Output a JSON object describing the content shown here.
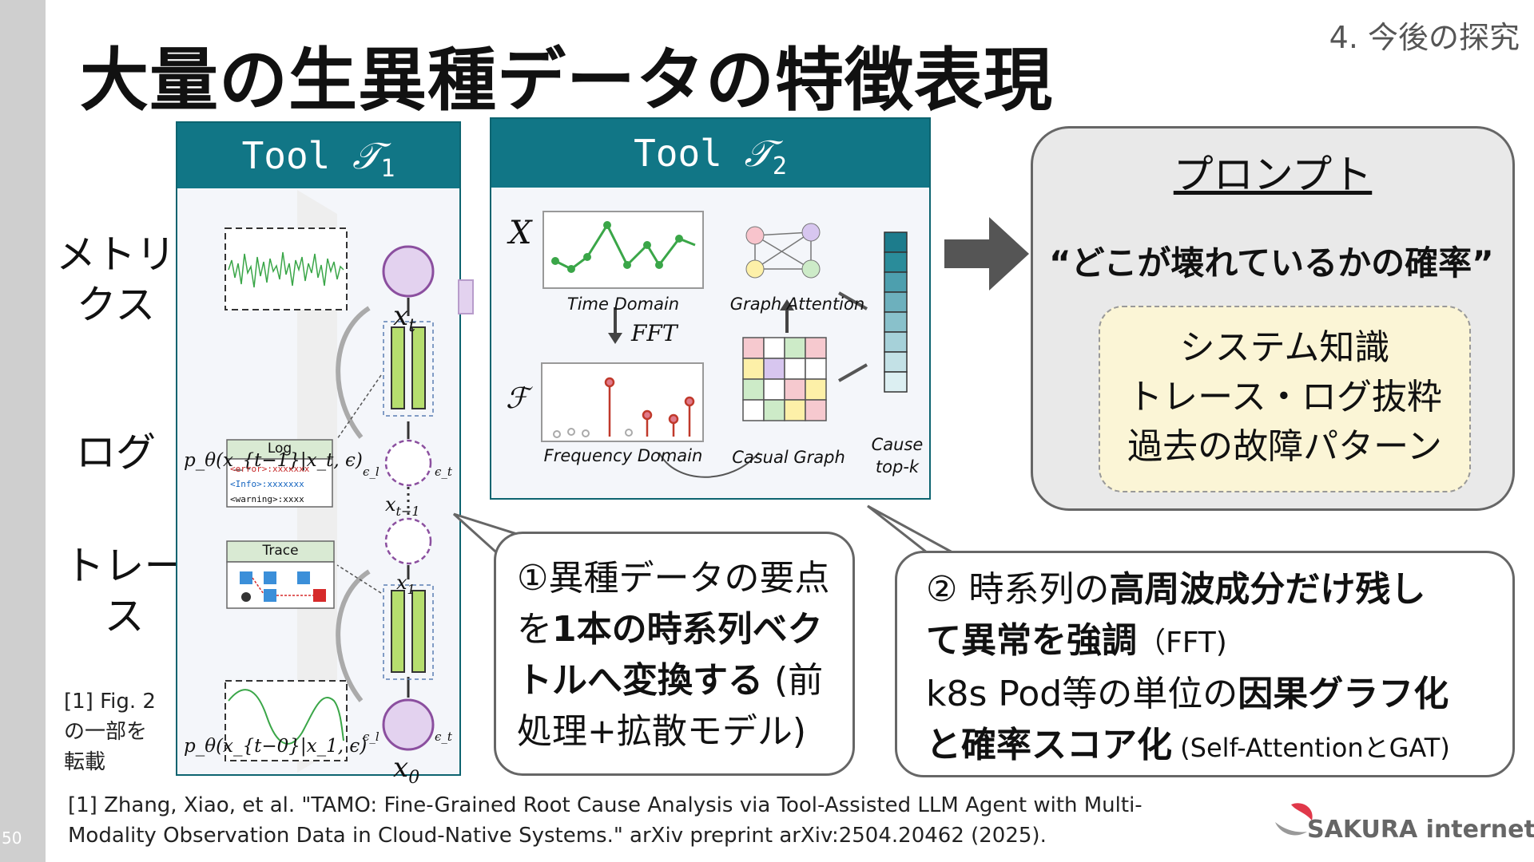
{
  "slide": {
    "title": "大量の生異種データの特徴表現",
    "section": "4. 今後の探究",
    "page_number": "50"
  },
  "labels": {
    "metrics_line1": "メトリ",
    "metrics_line2": "クス",
    "logs": "ログ",
    "trace": "トレース"
  },
  "tool1": {
    "header_prefix": "Tool",
    "header_symbol": "𝒯",
    "header_sub": "1",
    "xt": "x",
    "xt_sub": "t",
    "xt1": "x",
    "xt1_sub": "t−1",
    "x1": "x",
    "x1_sub": "1",
    "x0": "x",
    "x0_sub": "0",
    "formula_top": "p_θ(x_{t−1}|x_t, ϵ)",
    "formula_bottom": "p_θ(x_{t−0}|x_1, ϵ)",
    "eps_l": "ϵ_l",
    "eps_t": "ϵ_t",
    "log_title": "Log",
    "log_lines": [
      "<error>:xxxxxxx",
      "<Info>:xxxxxxx",
      "<warning>:xxxx"
    ],
    "trace_title": "Trace"
  },
  "tool2": {
    "header_prefix": "Tool",
    "header_symbol": "𝒯",
    "header_sub": "2",
    "x_label": "X",
    "f_label": "ℱ",
    "time_domain": "Time Domain",
    "fft": "FFT",
    "frequency_domain": "Frequency Domain",
    "graph_attention": "Graph Attention",
    "casual_graph": "Casual Graph",
    "cause": "Cause",
    "topk": "top-k"
  },
  "prompt": {
    "title": "プロンプト",
    "quote": "“どこが壊れているかの確率”",
    "knowledge": [
      "システム知識",
      "トレース・ログ抜粋",
      "過去の故障パターン"
    ]
  },
  "callout1": {
    "line1": "①異種データの要点",
    "line2_a": "を",
    "line2_b": "1本の時系列ベク",
    "line3_a": "トルへ変換する",
    "line3_b": " (前",
    "line4": "処理+拡散モデル)"
  },
  "callout2": {
    "l1_a": "② 時系列の",
    "l1_b": "高周波成分だけ残し",
    "l2_a": "て異常を強調",
    "l2_b": "（FFT)",
    "l3_a": "k8s Pod等の単位の",
    "l3_b": "因果グラフ化",
    "l4_a": "と確率スコア化",
    "l4_b": " (Self-AttentionとGAT)"
  },
  "source_note": [
    "[1] Fig. 2",
    "の一部を",
    "転載"
  ],
  "reference": [
    "[1] Zhang, Xiao, et al. \"TAMO: Fine-Grained Root Cause Analysis via Tool-Assisted LLM Agent with Multi-",
    "Modality Observation Data in Cloud-Native Systems.\" arXiv preprint arXiv:2504.20462 (2025)."
  ],
  "logo": {
    "text": "SAKURA internet"
  },
  "colors": {
    "teal": "#117686",
    "accent_red": "#e0384a",
    "knowledge_bg": "#fbf5d6",
    "prompt_bg": "#e9e9e9"
  }
}
